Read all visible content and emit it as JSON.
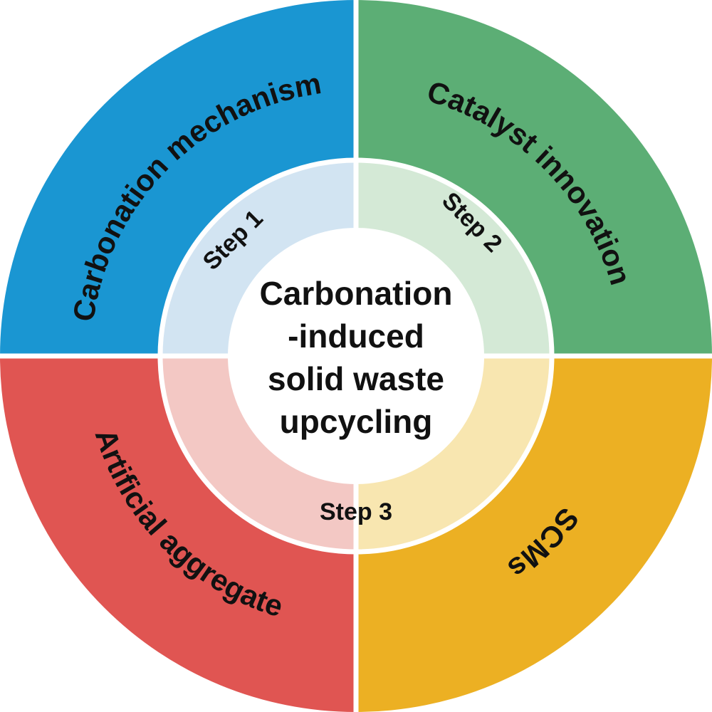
{
  "diagram": {
    "center": {
      "lines": [
        "Carbonation",
        "-induced",
        "solid waste",
        "upcycling"
      ]
    },
    "steps": {
      "step1": "Step 1",
      "step2": "Step 2",
      "step3": "Step 3"
    },
    "quadrants": {
      "top_left": {
        "label": "Carbonation mechanism",
        "color": "#1a96d2",
        "inner_color": "#d2e4f2"
      },
      "top_right": {
        "label": "Catalyst innovation",
        "color": "#5cae75",
        "inner_color": "#d4e9d6"
      },
      "bottom_right": {
        "label": "SCMs",
        "color": "#ecb023",
        "inner_color": "#f8e6b0"
      },
      "bottom_left": {
        "label": "Artificial aggregate",
        "color": "#e05552",
        "inner_color": "#f3c8c4"
      }
    }
  }
}
